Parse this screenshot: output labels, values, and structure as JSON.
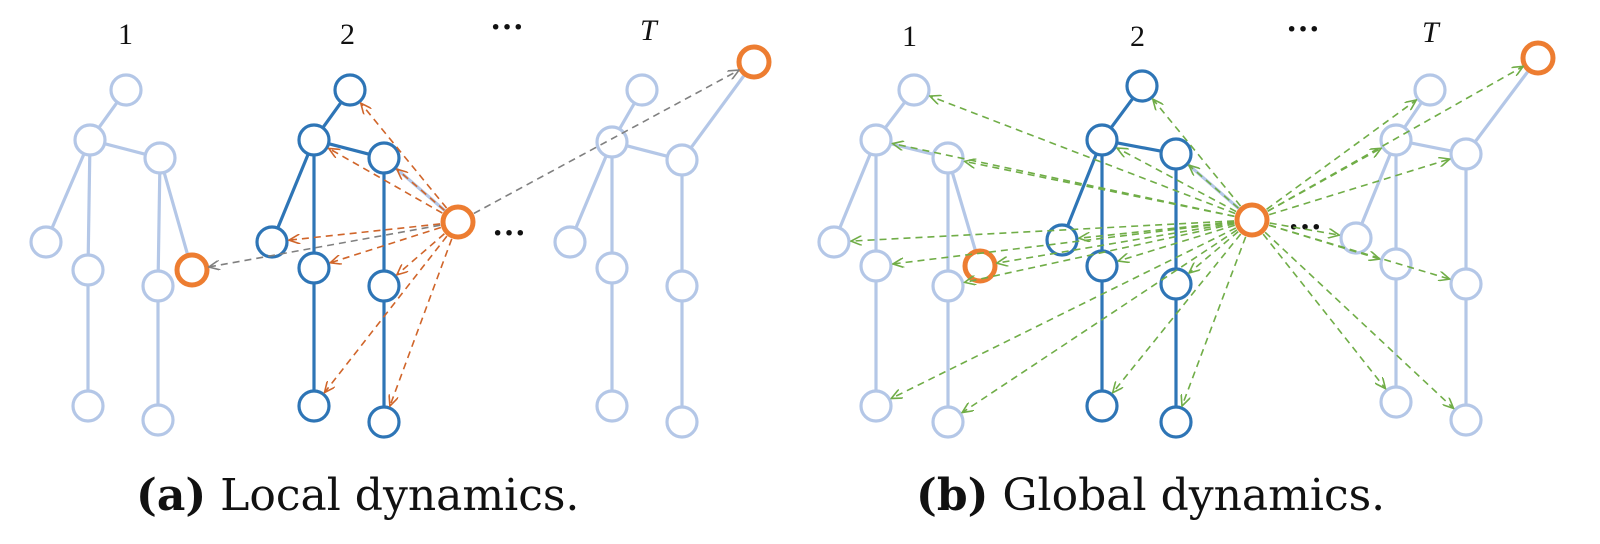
{
  "panels": [
    {
      "id": "a",
      "caption_tag": "(a)",
      "caption_text": "Local dynamics.",
      "frame_labels": [
        "1",
        "2",
        "T"
      ],
      "ellipsis": "···",
      "edge_style": "local"
    },
    {
      "id": "b",
      "caption_tag": "(b)",
      "caption_text": "Global dynamics.",
      "frame_labels": [
        "1",
        "2",
        "T"
      ],
      "ellipsis": "···",
      "edge_style": "global"
    }
  ],
  "colors": {
    "faded_skeleton": "#b4c7e7",
    "active_skeleton": "#2e75b6",
    "query_node": "#ed7d31",
    "local_edge": "#d0652a",
    "cross_frame_edge": "#808080",
    "global_edge": "#70ad47"
  }
}
